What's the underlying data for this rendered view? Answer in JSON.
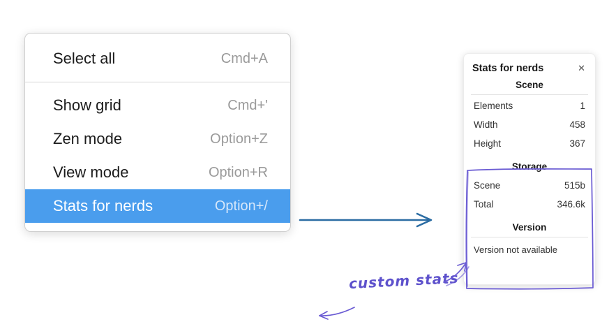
{
  "context_menu": {
    "items": [
      {
        "label": "Select all",
        "shortcut": "Cmd+A"
      },
      {
        "label": "Show grid",
        "shortcut": "Cmd+'"
      },
      {
        "label": "Zen mode",
        "shortcut": "Option+Z"
      },
      {
        "label": "View mode",
        "shortcut": "Option+R"
      },
      {
        "label": "Stats for nerds",
        "shortcut": "Option+/"
      }
    ],
    "selected_item": "Stats for nerds"
  },
  "stats_panel": {
    "title": "Stats for nerds",
    "close_icon": "✕",
    "scene": {
      "header": "Scene",
      "rows": [
        {
          "label": "Elements",
          "value": "1"
        },
        {
          "label": "Width",
          "value": "458"
        },
        {
          "label": "Height",
          "value": "367"
        }
      ]
    },
    "storage": {
      "header": "Storage",
      "rows": [
        {
          "label": "Scene",
          "value": "515b"
        },
        {
          "label": "Total",
          "value": "346.6k"
        }
      ]
    },
    "version": {
      "header": "Version",
      "note": "Version not available"
    }
  },
  "annotation": {
    "text": "custom stats"
  },
  "colors": {
    "selection_blue": "#4a9ded",
    "arrow_blue": "#2b6ca3",
    "annotation_purple": "#6a5bd3"
  }
}
